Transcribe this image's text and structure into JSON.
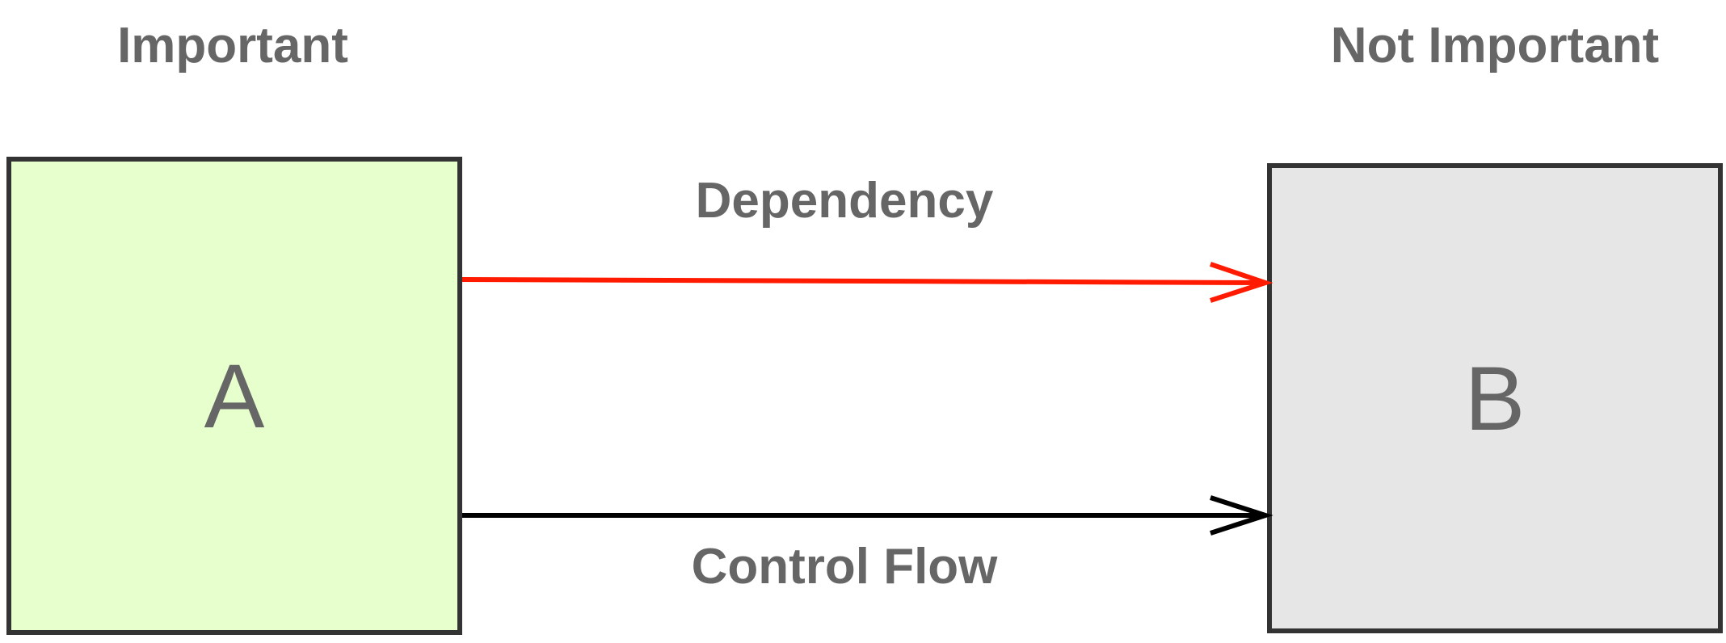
{
  "headings": {
    "left": "Important",
    "right": "Not Important"
  },
  "nodes": {
    "a": {
      "label": "A"
    },
    "b": {
      "label": "B"
    }
  },
  "edges": {
    "dependency": {
      "label": "Dependency",
      "color": "#ff1a00"
    },
    "control_flow": {
      "label": "Control Flow",
      "color": "#000000"
    }
  },
  "colors": {
    "box_a_fill": "#e6ffcc",
    "box_b_fill": "#e6e6e6",
    "border": "#333333",
    "text": "#666666"
  }
}
